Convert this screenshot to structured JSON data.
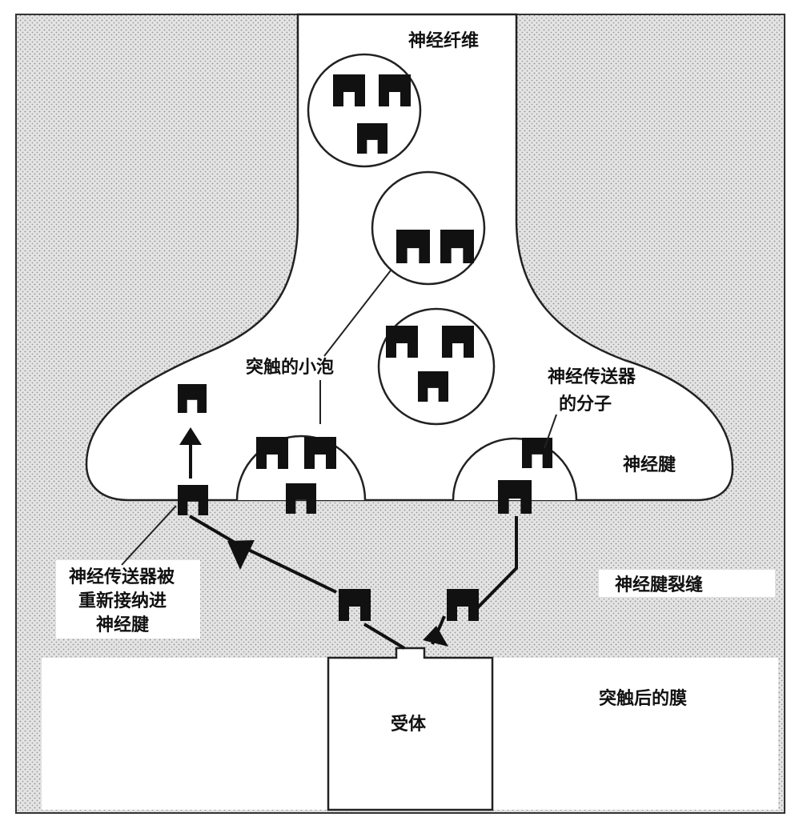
{
  "labels": {
    "nerve_fiber": "神经纤维",
    "vesicle": "突触的小泡",
    "transmitter_line1": "神经传送器",
    "transmitter_line2": "的分子",
    "terminal": "神经腱",
    "reuptake_line1": "神经传送器被",
    "reuptake_line2": "重新接纳进",
    "reuptake_line3": "神经腱",
    "cleft": "神经腱裂缝",
    "postsynaptic": "突触后的膜",
    "receptor": "受体"
  },
  "colors": {
    "molecule": "#111111",
    "outline": "#222222",
    "cleft_fill": "#d6d6d6"
  }
}
